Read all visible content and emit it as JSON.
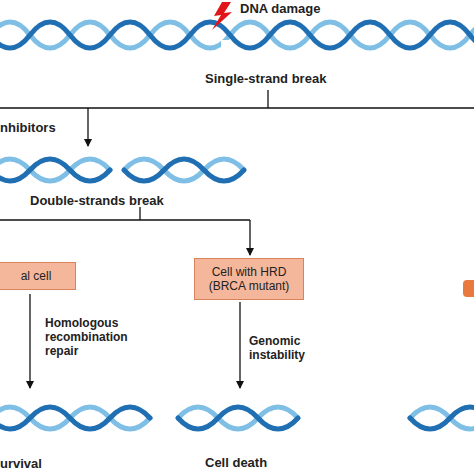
{
  "diagram": {
    "nodes": [
      {
        "text": [
          "al cell"
        ]
      },
      {
        "text": [
          "Cell with HRD (BRCA mutant)"
        ]
      }
    ],
    "labels": [
      "DNA damage",
      "Single-strand break",
      "nhibitors",
      "Double-strands break",
      "Homologous recombination repair",
      "Genomic instability",
      "urvival",
      "Cell death"
    ]
  }
}
